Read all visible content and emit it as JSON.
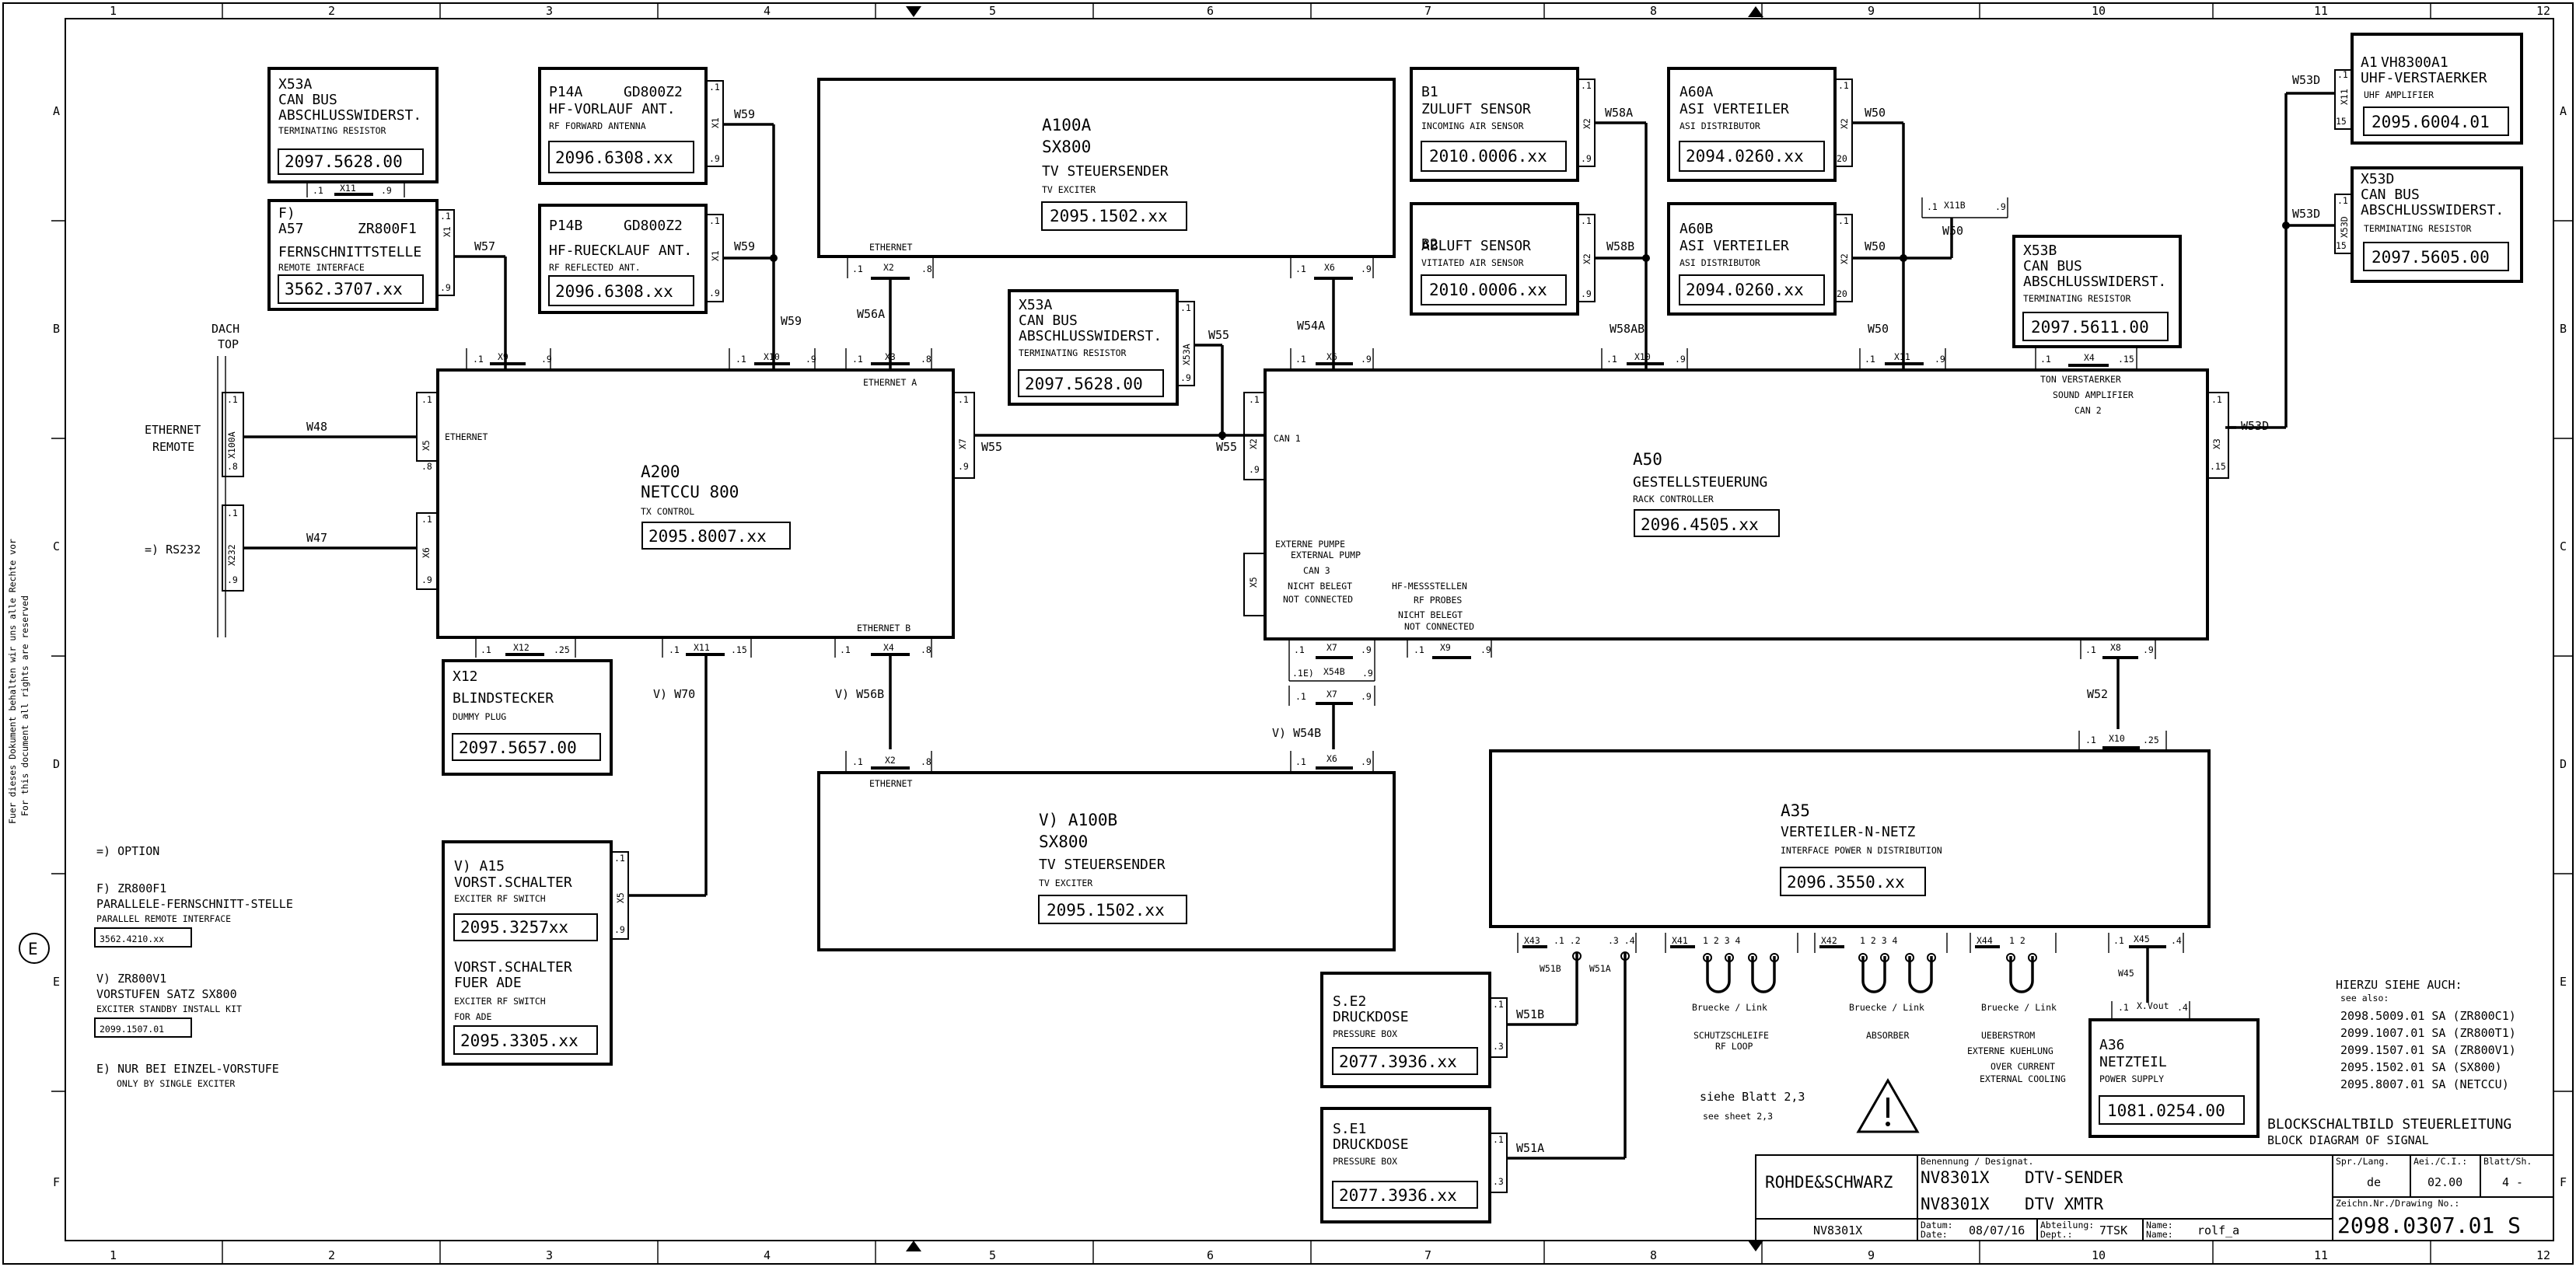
{
  "grid": {
    "columns": [
      "1",
      "2",
      "3",
      "4",
      "5",
      "6",
      "7",
      "8",
      "9",
      "10",
      "11",
      "12"
    ],
    "rows": [
      "A",
      "B",
      "C",
      "D",
      "E",
      "F"
    ]
  },
  "side_note": {
    "line1": "Fuer dieses Dokument behalten wir uns alle Rechte vor",
    "line2": "For this document all rights are reserved"
  },
  "page_letter": "E",
  "modules": {
    "x53a_top": {
      "name": "X53A",
      "l1": "CAN BUS",
      "l2": "ABSCHLUSSWIDERST.",
      "sub": "TERMINATING RESISTOR",
      "pn": "2097.5628.00"
    },
    "a57": {
      "name": "F)",
      "l0": "A57",
      "l0b": "ZR800F1",
      "l1": "FERNSCHNITTSTELLE",
      "sub": "REMOTE INTERFACE",
      "pn": "3562.3707.xx"
    },
    "p14a": {
      "name": "P14A",
      "model": "GD800Z2",
      "l1": "HF-VORLAUF ANT.",
      "sub": "RF FORWARD ANTENNA",
      "pn": "2096.6308.xx"
    },
    "p14b": {
      "name": "P14B",
      "model": "GD800Z2",
      "l1": "HF-RUECKLAUF ANT.",
      "sub": "RF REFLECTED ANT.",
      "pn": "2096.6308.xx"
    },
    "a100a": {
      "name": "A100A",
      "l1": "SX800",
      "l2": "TV STEUERSENDER",
      "sub": "TV EXCITER",
      "pn": "2095.1502.xx"
    },
    "b1": {
      "name": "B1",
      "l1": "ZULUFT SENSOR",
      "sub": "INCOMING AIR SENSOR",
      "pn": "2010.0006.xx"
    },
    "b2": {
      "name": "B2",
      "l1": "ABLUFT SENSOR",
      "sub": "VITIATED AIR SENSOR",
      "pn": "2010.0006.xx"
    },
    "a60a": {
      "name": "A60A",
      "l1": "ASI VERTEILER",
      "sub": "ASI DISTRIBUTOR",
      "pn": "2094.0260.xx"
    },
    "a60b": {
      "name": "A60B",
      "l1": "ASI VERTEILER",
      "sub": "ASI DISTRIBUTOR",
      "pn": "2094.0260.xx"
    },
    "a1": {
      "name": "A1",
      "model": "VH8300A1",
      "l1": "UHF-VERSTAERKER",
      "sub": "UHF AMPLIFIER",
      "pn": "2095.6004.01"
    },
    "x53d": {
      "name": "X53D",
      "l1": "CAN BUS",
      "l2": "ABSCHLUSSWIDERST.",
      "sub": "TERMINATING RESISTOR",
      "pn": "2097.5605.00"
    },
    "x53b": {
      "name": "X53B",
      "l1": "CAN BUS",
      "l2": "ABSCHLUSSWIDERST.",
      "sub": "TERMINATING RESISTOR",
      "pn": "2097.5611.00"
    },
    "x53a_mid": {
      "name": "X53A",
      "l1": "CAN BUS",
      "l2": "ABSCHLUSSWIDERST.",
      "sub": "TERMINATING RESISTOR",
      "pn": "2097.5628.00"
    },
    "a200": {
      "name": "A200",
      "l1": "NETCCU 800",
      "sub": "TX CONTROL",
      "pn": "2095.8007.xx"
    },
    "a50": {
      "name": "A50",
      "l1": "GESTELLSTEUERUNG",
      "sub": "RACK CONTROLLER",
      "pn": "2096.4505.xx"
    },
    "x12": {
      "name": "X12",
      "l1": "BLINDSTECKER",
      "sub": "DUMMY PLUG",
      "pn": "2097.5657.00"
    },
    "a100b": {
      "name": "V) A100B",
      "l1": "SX800",
      "l2": "TV STEUERSENDER",
      "sub": "TV EXCITER",
      "pn": "2095.1502.xx"
    },
    "a35": {
      "name": "A35",
      "l1": "VERTEILER-N-NETZ",
      "sub": "INTERFACE POWER N DISTRIBUTION",
      "pn": "2096.3550.xx"
    },
    "a15": {
      "name": "V) A15",
      "l1": "VORST.SCHALTER",
      "sub": "EXCITER   RF SWITCH",
      "pn": "2095.3257xx",
      "l3": "VORST.SCHALTER",
      "l4": "FUER ADE",
      "sub2": "EXCITER   RF SWITCH",
      "sub3": "FOR ADE",
      "pn2": "2095.3305.xx"
    },
    "se2": {
      "name": "S.E2",
      "l1": "DRUCKDOSE",
      "sub": "PRESSURE BOX",
      "pn": "2077.3936.xx"
    },
    "se1": {
      "name": "S.E1",
      "l1": "DRUCKDOSE",
      "sub": "PRESSURE BOX",
      "pn": "2077.3936.xx"
    },
    "a36": {
      "name": "A36",
      "l1": "NETZTEIL",
      "sub": "POWER SUPPLY",
      "pn": "1081.0254.00"
    }
  },
  "connectors": {
    "x11_top": "X11",
    "x9": "X9",
    "x10_a": "X10",
    "x2_a100a": "X2",
    "x3": "X3",
    "x6_a100a": "X6",
    "x6_a50": "X6",
    "x10_a50": "X10",
    "x11_a50": "X11",
    "x11b": "X11B",
    "x4_a50": "X4",
    "x7": "X7",
    "x2_can": "X2",
    "x5": "X5",
    "x6_a200": "X6",
    "x100a": "X100A",
    "x232": "X232",
    "x12c": "X12",
    "x11_a200": "X11",
    "x4_a200": "X4",
    "x7_a50": "X7",
    "x54b": "X54B",
    "x7b": "X7",
    "x9_a50": "X9",
    "x8": "X8",
    "x2_a100b": "X2",
    "x6_a100b": "X6",
    "x10_a35": "X10",
    "x43": "X43",
    "x41": "X41",
    "x42": "X42",
    "x44": "X44",
    "x45": "X45",
    "xvout": "X.Vout",
    "x3_a50": "X3",
    "x1": "X1",
    "x2": "X2",
    "x53a": "X53A",
    "x5_a15": "X5",
    "x11_a1": "X11",
    "x53d_c": "X53D",
    "x4_x53b": "X4"
  },
  "cables": {
    "w48": "W48",
    "w47": "W47",
    "w57": "W57",
    "w59a": "W59",
    "w59b": "W59",
    "w59c": "W59",
    "w56a": "W56A",
    "w55a": "W55",
    "w55b": "W55",
    "w55c": "W55",
    "w54a": "W54A",
    "w58a": "W58A",
    "w58b": "W58B",
    "w58ab": "W58AB",
    "w50a": "W50",
    "w50b": "W50",
    "w50c": "W50",
    "w53d_a": "W53D",
    "w53d_b": "W53D",
    "w53d_c": "W53D",
    "w70": "V) W70",
    "w56b": "V) W56B",
    "w54b": "V) W54B",
    "w52": "W52",
    "w51b": "W51B",
    "w51a": "W51A",
    "w51b2": "W51B",
    "w51a2": "W51A",
    "w45": "W45"
  },
  "labels": {
    "dach_top": "DACH",
    "dach_top2": "TOP",
    "eth_remote1": "ETHERNET",
    "eth_remote2": "REMOTE",
    "rs232": "=) RS232",
    "ethernet": "ETHERNET",
    "ethernet_a": "ETHERNET A",
    "ethernet_b": "ETHERNET B",
    "can1": "CAN 1",
    "can2": "CAN 2",
    "can3": "CAN 3",
    "ton1": "TON VERSTAERKER",
    "ton2": "SOUND AMPLIFIER",
    "ext_pumpe": "EXTERNE PUMPE",
    "ext_pump": "EXTERNAL PUMP",
    "nicht_belegt": "NICHT BELEGT",
    "not_connected": "NOT CONNECTED",
    "hf_mess": "HF-MESSSTELLEN",
    "rf_probes": "RF PROBES",
    "nicht_belegt2": "NICHT BELEGT",
    "not_connected2": "NOT CONNECTED",
    "bruecke1": "Bruecke / Link",
    "bruecke2": "Bruecke / Link",
    "bruecke3": "Bruecke / Link",
    "schutz": "SCHUTZSCHLEIFE",
    "rf_loop": "RF LOOP",
    "absorber": "ABSORBER",
    "ueberstrom": "UEBERSTROM",
    "ext_kuehl": "EXTERNE KUEHLUNG",
    "over_current": "OVER CURRENT",
    "ext_cooling": "EXTERNAL COOLING",
    "siehe": "siehe Blatt 2,3",
    "see": "see sheet 2,3"
  },
  "legend": {
    "option": "=) OPTION",
    "f_title": "F) ZR800F1",
    "f_l1": "PARALLELE-FERNSCHNITT-STELLE",
    "f_l2": "PARALLEL REMOTE INTERFACE",
    "f_pn": "3562.4210.xx",
    "v_title": "V) ZR800V1",
    "v_l1": "VORSTUFEN SATZ   SX800",
    "v_l2": "EXCITER STANDBY INSTALL KIT",
    "v_pn": "2099.1507.01",
    "e_l1": "E) NUR BEI EINZEL-VORSTUFE",
    "e_l2": "ONLY BY SINGLE EXCITER"
  },
  "refs": {
    "title": "HIERZU SIEHE AUCH:",
    "sub": "see also:",
    "items": [
      "2098.5009.01 SA (ZR800C1)",
      "2099.1007.01 SA (ZR800T1)",
      "2099.1507.01 SA (ZR800V1)",
      "2095.1502.01 SA   (SX800)",
      "2095.8007.01 SA (NETCCU)"
    ]
  },
  "titleblock": {
    "diagram_de": "BLOCKSCHALTBILD STEUERLEITUNG",
    "diagram_en": "BLOCK DIAGRAM OF SIGNAL",
    "company": "ROHDE&SCHWARZ",
    "designat_label": "Benennung / Designat.",
    "model1": "NV8301X",
    "desc1": "DTV-SENDER",
    "model2": "NV8301X",
    "desc2": "DTV    XMTR",
    "small_model": "NV8301X",
    "datum_label": "Datum:",
    "date_label": "Date:",
    "date": "08/07/16",
    "abt_label": "Abteilung:",
    "dept_label": "Dept.:",
    "dept": "7TSK",
    "name_label1": "Name:",
    "name_label2": "Name:",
    "name": "rolf_a",
    "spr_label": "Spr./Lang.",
    "lang": "de",
    "aei_label": "Aei./C.I.:",
    "ci": "02.00",
    "blatt_label": "Blatt/Sh.",
    "sheet": "4 -",
    "drawing_label": "Zeichn.Nr./Drawing No.:",
    "drawing_no": "2098.0307.01 S"
  }
}
